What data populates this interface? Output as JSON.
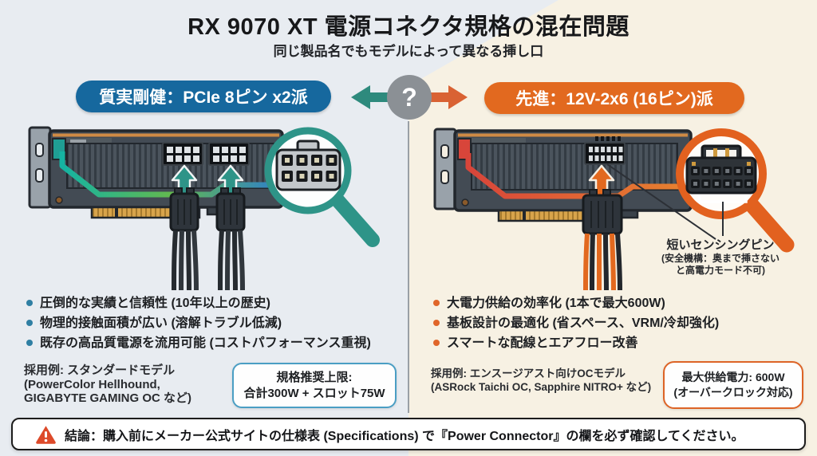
{
  "header": {
    "title": "RX 9070 XT 電源コネクタ規格の混在問題",
    "subtitle": "同じ製品名でもモデルによって異なる挿し口"
  },
  "center": {
    "question_mark": "?"
  },
  "left": {
    "badge": "質実剛健：PCIe 8ピン x2派",
    "bullets": [
      "圧倒的な実績と信頼性 (10年以上の歴史)",
      "物理的接触面積が広い (溶解トラブル低減)",
      "既存の高品質電源を流用可能 (コストパフォーマンス重視)"
    ],
    "adoption": {
      "line1": "採用例: スタンダードモデル",
      "line2": "(PowerColor Hellhound,",
      "line3": "GIGABYTE GAMING OC など)"
    },
    "spec_box": {
      "line1": "規格推奨上限:",
      "line2": "合計300W + スロット75W"
    }
  },
  "right": {
    "badge": "先進：12V-2x6 (16ピン)派",
    "bullets": [
      "大電力供給の効率化 (1本で最大600W)",
      "基板設計の最適化 (省スペース、VRM/冷却強化)",
      "スマートな配線とエアフロー改善"
    ],
    "adoption": {
      "line1": "採用例: エンスージアスト向けOCモデル",
      "line2": "(ASRock Taichi OC, Sapphire NITRO+ など)"
    },
    "spec_box": {
      "line1": "最大供給電力: 600W",
      "line2": "(オーバークロック対応)"
    },
    "annotation": {
      "line1": "短いセンシングピン",
      "line2": "(安全機構：奥まで挿さない",
      "line3": "と高電力モード不可)"
    }
  },
  "footer": {
    "conclusion": "結論：購入前にメーカー公式サイトの仕様表 (Specifications) で『Power Connector』の欄を必ず確認してください。"
  },
  "colors": {
    "left_accent": "#16689e",
    "right_accent": "#e2691f",
    "teal": "#2e9488",
    "left_bg": "#e8ecf1",
    "right_bg": "#f7f1e3",
    "warning": "#dd4a2a"
  }
}
